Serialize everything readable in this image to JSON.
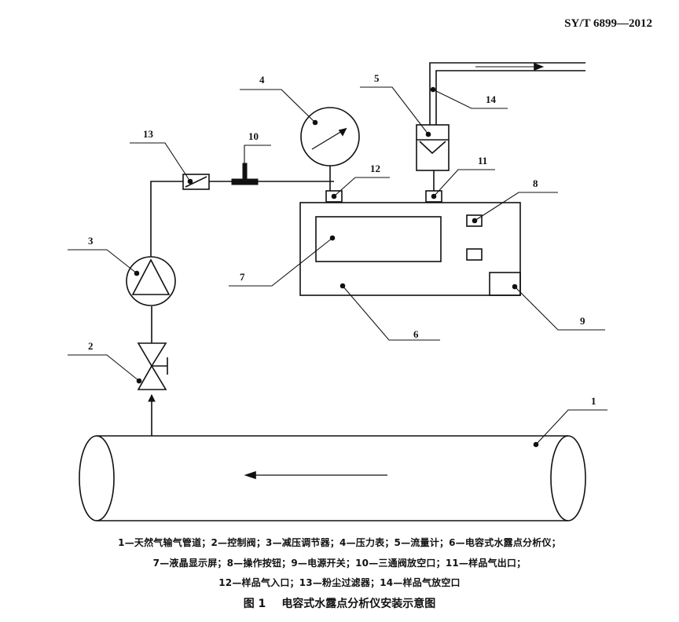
{
  "header": {
    "standard_code": "SY/T 6899—2012"
  },
  "labels": {
    "l1": "1",
    "l2": "2",
    "l3": "3",
    "l4": "4",
    "l5": "5",
    "l6": "6",
    "l7": "7",
    "l8": "8",
    "l9": "9",
    "l10": "10",
    "l11": "11",
    "l12": "12",
    "l13": "13",
    "l14": "14"
  },
  "legend": {
    "line1": "1—天然气输气管道；2—控制阀；3—减压调节器；4—压力表；5—流量计；6—电容式水露点分析仪；",
    "line2": "7—液晶显示屏；8—操作按钮；9—电源开关；10—三通阀放空口；11—样品气出口；",
    "line3": "12—样品气入口；13—粉尘过滤器；14—样品气放空口"
  },
  "caption": {
    "number": "图 1",
    "title": "电容式水露点分析仪安装示意图"
  },
  "icons": [
    "pipeline",
    "control-valve",
    "pressure-regulator",
    "pressure-gauge",
    "flowmeter",
    "analyzer",
    "lcd-screen",
    "button",
    "power-switch",
    "three-way-valve",
    "filter"
  ]
}
